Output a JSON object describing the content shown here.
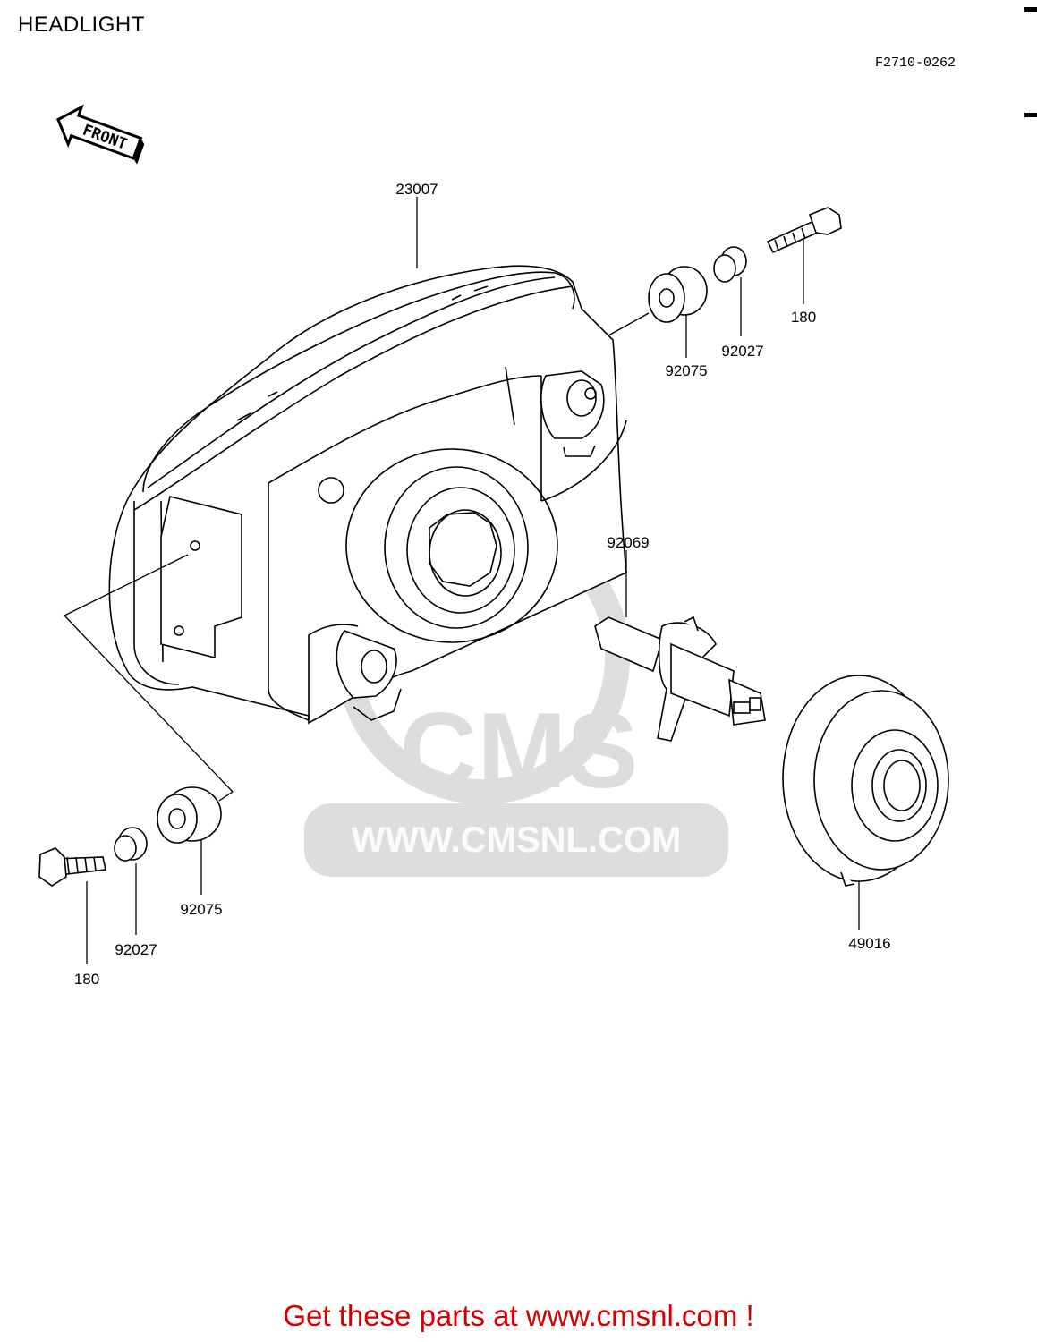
{
  "header": {
    "title": "HEADLIGHT",
    "figure_code": "F2710-0262"
  },
  "front_arrow": {
    "label": "FRONT"
  },
  "watermark": {
    "brand": "CMS",
    "url": "WWW.CMSNL.COM"
  },
  "parts": [
    {
      "number": "23007"
    },
    {
      "number": "92075"
    },
    {
      "number": "92027"
    },
    {
      "number": "180"
    },
    {
      "number": "92069"
    },
    {
      "number": "49016"
    },
    {
      "number": "92075"
    },
    {
      "number": "92027"
    },
    {
      "number": "180"
    }
  ],
  "footer": {
    "text": "Get these parts at www.cmsnl.com !"
  }
}
